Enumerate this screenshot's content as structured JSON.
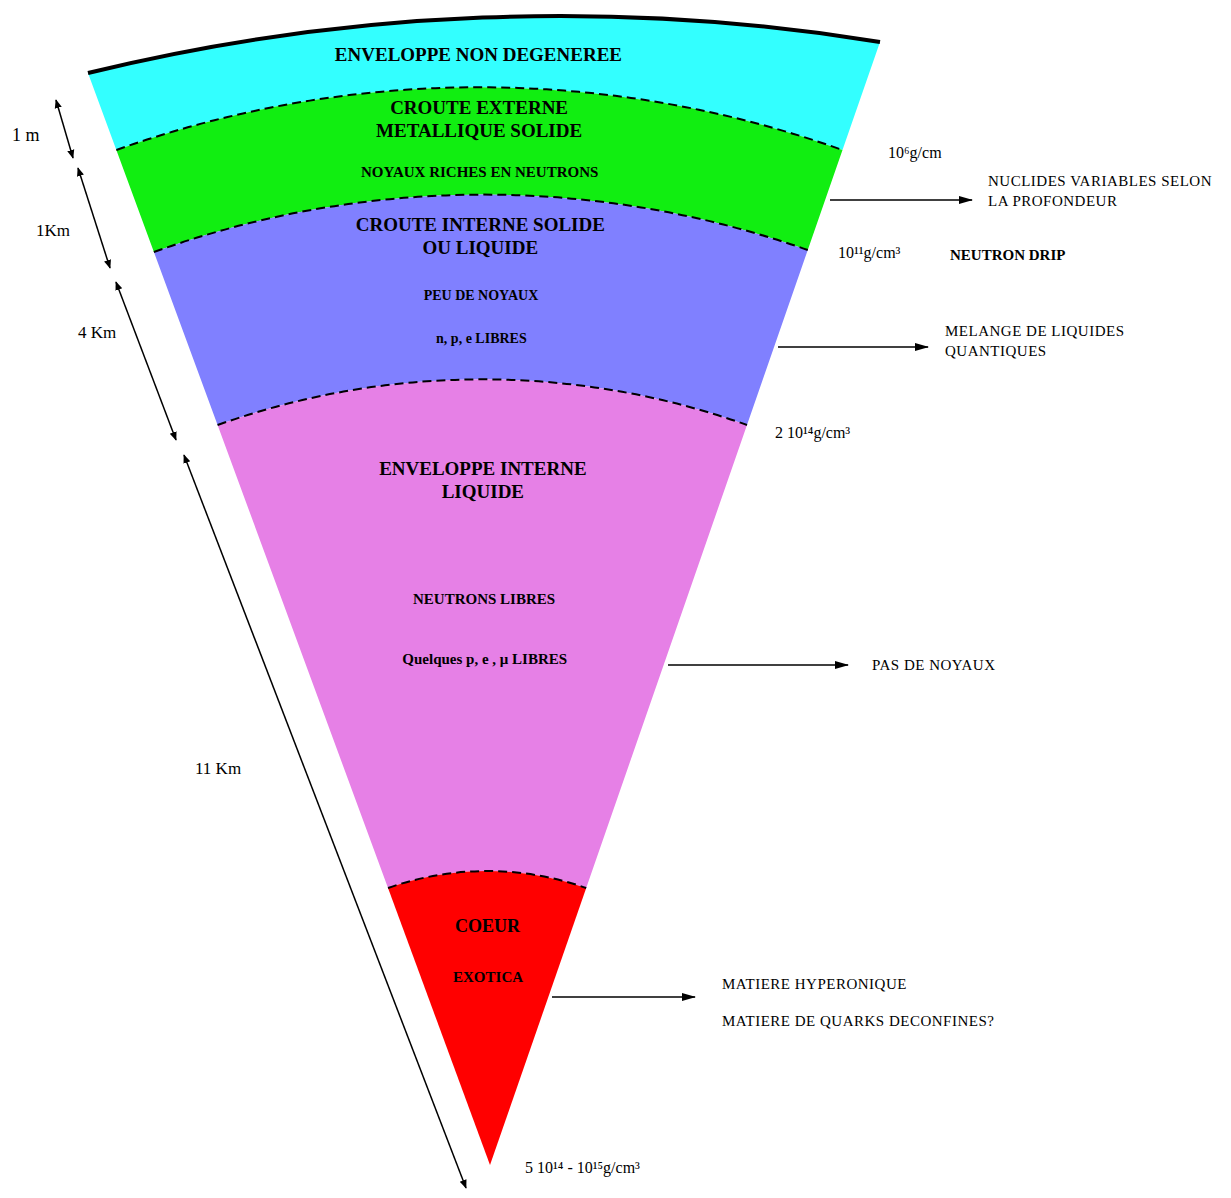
{
  "diagram": {
    "nodes": [
      {
        "text": [
          "ENVELOPPE NON DEGENEREE"
        ]
      },
      {
        "text": [
          "CROUTE EXTERNE METALLIQUE SOLIDE",
          "NOYAUX RICHES EN NEUTRONS"
        ]
      },
      {
        "text": [
          "CROUTE INTERNE SOLIDE OU LIQUIDE",
          "PEU DE NOYAUX",
          "n, p, e LIBRES"
        ]
      },
      {
        "text": [
          "ENVELOPPE INTERNE LIQUIDE",
          "NEUTRONS LIBRES",
          "Quelques p, e , μ LIBRES"
        ]
      },
      {
        "text": [
          "COEUR",
          "EXOTICA"
        ]
      }
    ],
    "labels": [
      "1 m",
      "1Km",
      "4 Km",
      "11 Km",
      "10⁶g/cm",
      "NUCLIDES VARIABLES SELON LA PROFONDEUR",
      "10¹¹g/cm³",
      "NEUTRON DRIP",
      "MELANGE DE LIQUIDES QUANTIQUES",
      "2 10¹⁴g/cm³",
      "PAS DE NOYAUX",
      "MATIERE HYPERONIQUE",
      "MATIERE DE QUARKS DECONFINES?",
      "5 10¹⁴ - 10¹⁵g/cm³"
    ]
  }
}
